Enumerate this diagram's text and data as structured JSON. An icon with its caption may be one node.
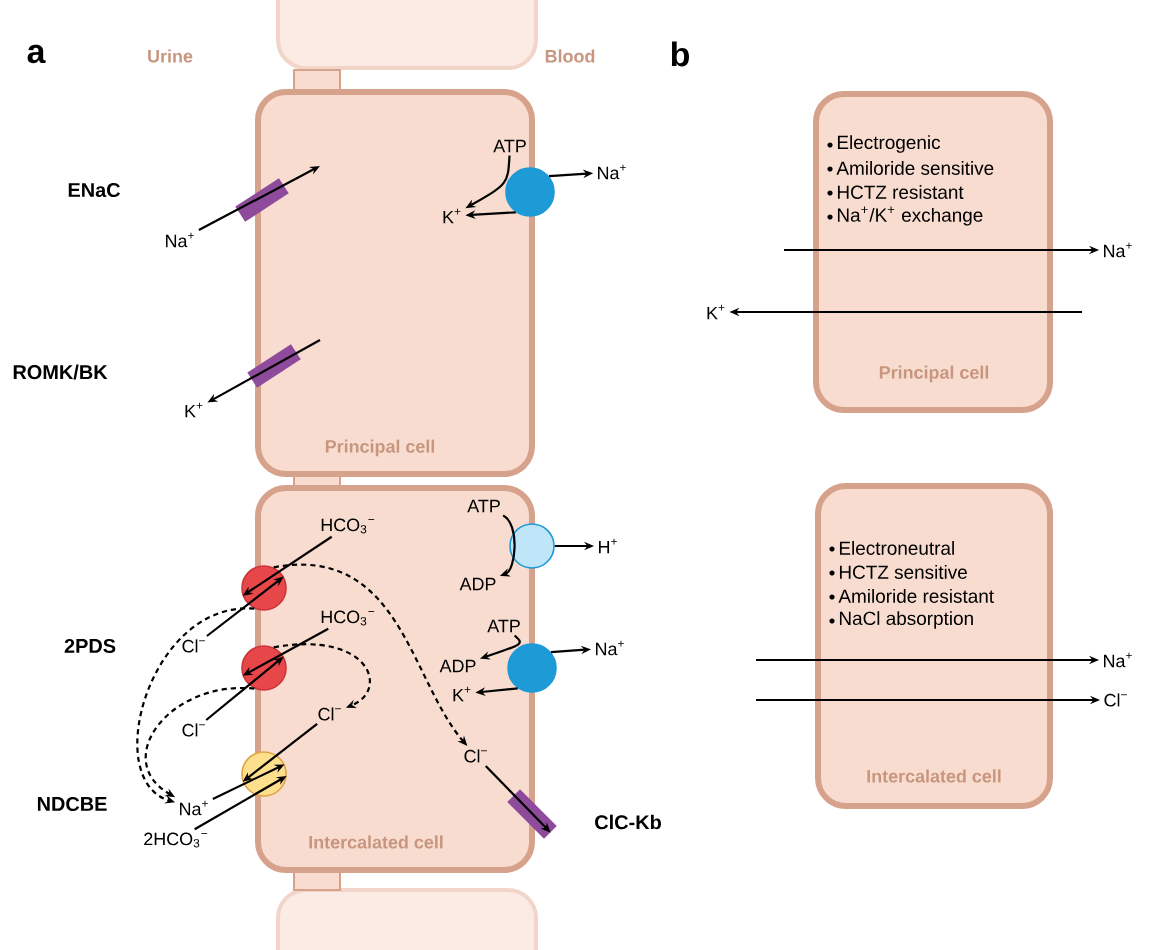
{
  "diagram": {
    "nodes": [
      {
        "text": [
          "Principal cell"
        ]
      },
      {
        "text": [
          "Intercalated cell"
        ]
      },
      {
        "text": [
          "Electrogenic",
          "Amiloride sensitive",
          "HCTZ resistant",
          "Na$^{+}$/K$^{+}$ exchange",
          "Principal cell"
        ]
      },
      {
        "text": [
          "Electroneutral",
          "HCTZ sensitive",
          "Amiloride resistant",
          "NaCl absorption",
          "Intercalated cell"
        ]
      },
      {
        "text": [],
        "shape": "bar"
      },
      {
        "text": [],
        "shape": "bar"
      },
      {
        "text": [],
        "shape": "circle"
      },
      {
        "text": [],
        "shape": "circle"
      },
      {
        "text": [],
        "shape": "circle"
      },
      {
        "text": [],
        "shape": "circle"
      },
      {
        "text": [],
        "shape": "circle"
      },
      {
        "text": [],
        "shape": "circle"
      },
      {
        "text": [],
        "shape": "bar"
      },
      {
        "text": [
          "Na$^{+}$"
        ]
      },
      {
        "text": [
          "K$^{+}$"
        ]
      },
      {
        "text": [
          "ATP"
        ],
        "in": 0
      },
      {
        "text": [
          "Na$^{+}$"
        ]
      },
      {
        "text": [
          "K$^{+}$"
        ],
        "in": 0
      },
      {
        "text": [
          "HCO$_{3}$$^{−}$"
        ],
        "in": 1
      },
      {
        "text": [
          "Cl$^{−}$"
        ]
      },
      {
        "text": [
          "HCO$_{3}$$^{−}$"
        ],
        "in": 1
      },
      {
        "text": [
          "Cl$^{−}$"
        ]
      },
      {
        "text": [
          "Cl$^{−}$"
        ],
        "in": 1
      },
      {
        "text": [
          "Na$^{+}$"
        ]
      },
      {
        "text": [
          "2HCO$_{3}$$^{−}$"
        ]
      },
      {
        "text": [
          "ATP"
        ],
        "in": 1
      },
      {
        "text": [
          "ADP"
        ],
        "in": 1
      },
      {
        "text": [
          "H$^{+}$"
        ]
      },
      {
        "text": [
          "ATP"
        ],
        "in": 1
      },
      {
        "text": [
          "ADP"
        ],
        "in": 1
      },
      {
        "text": [
          "K$^{+}$"
        ],
        "in": 1
      },
      {
        "text": [
          "Na$^{+}$"
        ]
      },
      {
        "text": [
          "Cl$^{−}$"
        ],
        "in": 1
      },
      {
        "text": [
          "Na$^{+}$"
        ]
      },
      {
        "text": [
          "K$^{+}$"
        ]
      },
      {
        "text": [
          "Na$^{+}$"
        ]
      },
      {
        "text": [
          "Cl$^{−}$"
        ]
      }
    ],
    "edges": [
      {
        "from": 13,
        "to": null,
        "arrow": "to"
      },
      {
        "from": null,
        "to": 14,
        "arrow": "to"
      },
      {
        "from": 6,
        "to": 16,
        "arrow": "to"
      },
      {
        "from": 6,
        "to": 17,
        "arrow": "to"
      },
      {
        "from": 15,
        "to": 17,
        "arrow": "to"
      },
      {
        "from": 18,
        "to": 9,
        "arrow": "to"
      },
      {
        "from": 19,
        "to": 9,
        "arrow": "to"
      },
      {
        "from": 20,
        "to": 10,
        "arrow": "to"
      },
      {
        "from": 21,
        "to": 10,
        "arrow": "to"
      },
      {
        "from": 22,
        "to": 11,
        "arrow": "to"
      },
      {
        "from": 23,
        "to": 11,
        "arrow": "to"
      },
      {
        "from": 24,
        "to": 11,
        "arrow": "to"
      },
      {
        "from": 9,
        "to": 23,
        "arrow": "to",
        "style": "dashed"
      },
      {
        "from": 10,
        "to": 23,
        "arrow": "to",
        "style": "dashed"
      },
      {
        "from": 9,
        "to": 32,
        "arrow": "to",
        "style": "dashed"
      },
      {
        "from": 10,
        "to": 22,
        "arrow": "to",
        "style": "dashed"
      },
      {
        "from": 25,
        "to": 26,
        "arrow": "to"
      },
      {
        "from": 7,
        "to": 27,
        "arrow": "to"
      },
      {
        "from": 28,
        "to": 29,
        "arrow": "to"
      },
      {
        "from": 8,
        "to": 31,
        "arrow": "to"
      },
      {
        "from": 8,
        "to": 30,
        "arrow": "to"
      },
      {
        "from": 32,
        "to": 12,
        "arrow": "to"
      },
      {
        "from": null,
        "to": 33,
        "arrow": "to"
      },
      {
        "from": null,
        "to": 34,
        "arrow": "to"
      },
      {
        "from": null,
        "to": 35,
        "arrow": "to"
      },
      {
        "from": null,
        "to": 36,
        "arrow": "to"
      }
    ],
    "labels": [
      "a",
      "Urine",
      "Blood",
      "b",
      "ENaC",
      "ROMK/BK",
      "2PDS",
      "NDCBE",
      "ClC-Kb"
    ]
  }
}
